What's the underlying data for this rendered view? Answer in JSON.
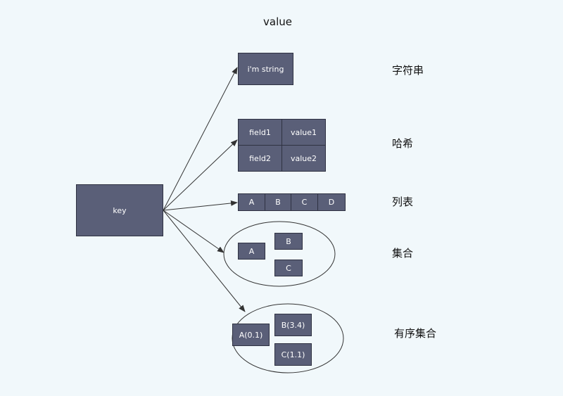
{
  "title": "value",
  "key_label": "key",
  "string": {
    "value": "i'm string",
    "type_label": "字符串"
  },
  "hash": {
    "rows": [
      {
        "field": "field1",
        "value": "value1"
      },
      {
        "field": "field2",
        "value": "value2"
      }
    ],
    "type_label": "哈希"
  },
  "list": {
    "items": [
      "A",
      "B",
      "C",
      "D"
    ],
    "type_label": "列表"
  },
  "set": {
    "items": [
      "A",
      "B",
      "C"
    ],
    "type_label": "集合"
  },
  "zset": {
    "items": [
      "A(0.1)",
      "B(3.4)",
      "C(1.1)"
    ],
    "type_label": "有序集合"
  },
  "colors": {
    "box_fill": "#5a5f78",
    "box_border": "#2f3242",
    "background": "#f1f8fb",
    "line": "#333333"
  }
}
